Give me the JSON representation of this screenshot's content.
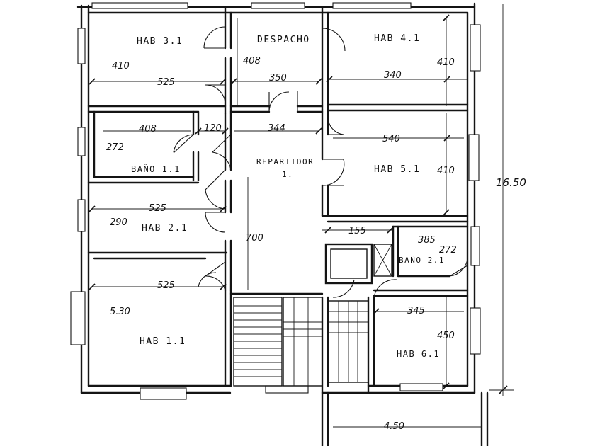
{
  "rooms": {
    "hab_3_1": "HAB 3.1",
    "despacho": "DESPACHO",
    "hab_4_1": "HAB 4.1",
    "repartidor": "REPARTIDOR",
    "repartidor_num": "1.",
    "bano_1_1": "BAÑO 1.1",
    "hab_5_1": "HAB 5.1",
    "hab_2_1": "HAB 2.1",
    "bano_2_1": "BAÑO 2.1",
    "hab_1_1": "HAB 1.1",
    "hab_6_1": "HAB 6.1"
  },
  "dimensions": {
    "hab31_height": "410",
    "hab31_width": "525",
    "despacho_height": "408",
    "despacho_width": "350",
    "hab41_width": "340",
    "hab41_height": "410",
    "bano11_width": "408",
    "bano11_height": "272",
    "corridor_short": "120",
    "repartidor_width": "344",
    "hab51_width": "540",
    "hab51_height": "410",
    "hab21_width": "525",
    "hab21_height": "290",
    "repartidor_length": "700",
    "stair_gap": "155",
    "bano21_width": "385",
    "bano21_height": "272",
    "hab11_width": "525",
    "hab11_height": "5.30",
    "hab61_width": "345",
    "hab61_height": "450",
    "total_height": "16.50",
    "terrace_width": "4.50"
  }
}
